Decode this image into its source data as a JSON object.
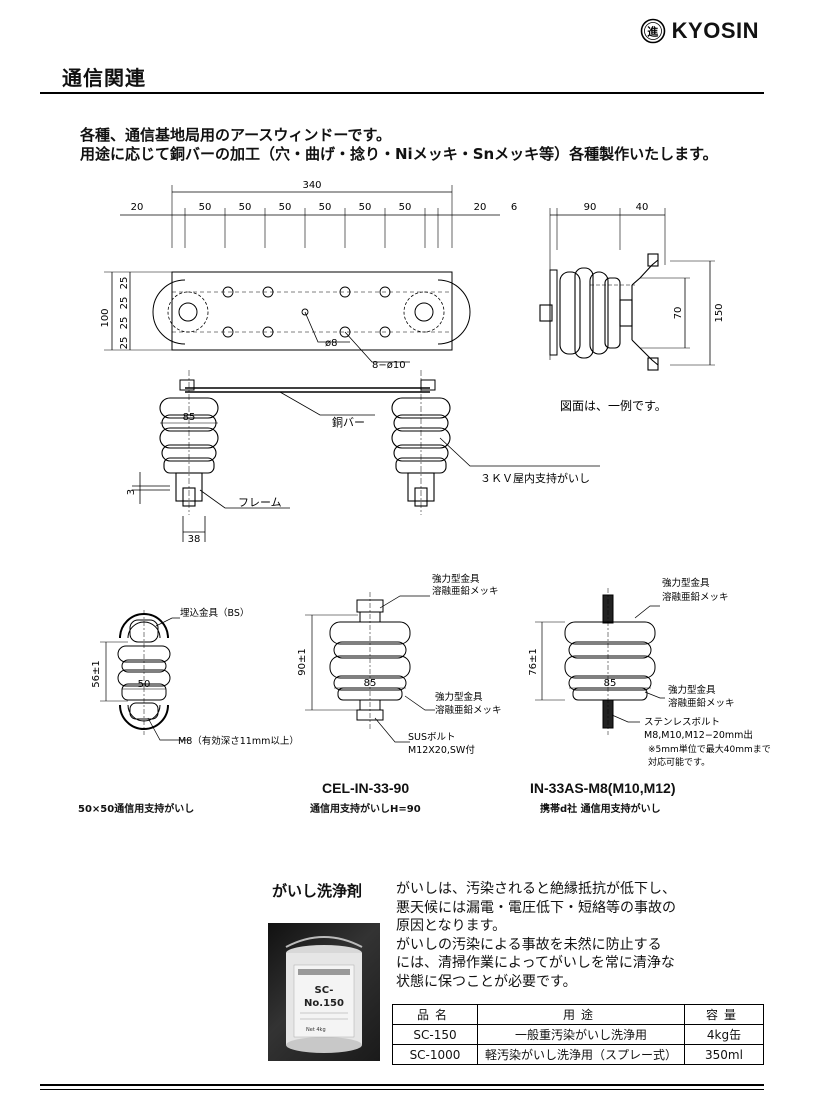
{
  "brand": {
    "name": "KYOSIN",
    "logo_glyph": "進"
  },
  "section_title": "通信関連",
  "intro": [
    "各種、通信基地局用のアースウィンドーです。",
    "用途に応じて銅バーの加工（穴・曲げ・捻り・Niメッキ・Snメッキ等）各種製作いたします。"
  ],
  "drawing_top": {
    "overall": "340",
    "segments": [
      "20",
      "50",
      "50",
      "50",
      "50",
      "50",
      "50",
      "20"
    ],
    "height_total": "100",
    "height_segs": [
      "25",
      "25",
      "25",
      "25"
    ],
    "hole_small": "ø8",
    "holes": "8−ø10",
    "side_dims": [
      "6",
      "90",
      "40"
    ],
    "side_h1": "70",
    "side_h2": "150",
    "width_85": "85",
    "dim_3": "3",
    "dim_38": "38",
    "label_bar": "銅バー",
    "label_frame": "フレーム",
    "label_insulator": "３ＫＶ屋内支持がいし",
    "note": "図面は、一例です。"
  },
  "products": [
    {
      "code": "",
      "name": "50×50通信用支持がいし",
      "labels": [
        "埋込金具（BS）",
        "M8（有効深さ11mm以上）"
      ],
      "dims": [
        "56±1",
        "50"
      ]
    },
    {
      "code": "CEL-IN-33-90",
      "name": "通信用支持がいしH=90",
      "labels": [
        "強力型金具",
        "溶融亜鉛メッキ",
        "強力型金具",
        "溶融亜鉛メッキ",
        "SUSボルト",
        "M12X20,SW付"
      ],
      "dims": [
        "90±1",
        "85"
      ]
    },
    {
      "code": "IN-33AS-M8(M10,M12)",
      "name": "携帯d社 通信用支持がいし",
      "labels": [
        "強力型金具",
        "溶融亜鉛メッキ",
        "強力型金具",
        "溶融亜鉛メッキ",
        "ステンレスボルト",
        "M8,M10,M12−20mm出",
        "※5mm単位で最大40mmまで",
        "対応可能です。"
      ],
      "dims": [
        "76±1",
        "85"
      ]
    }
  ],
  "cleaner": {
    "title": "がいし洗浄剤",
    "text": [
      "がいしは、汚染されると絶縁抵抗が低下し、",
      "悪天候には漏電・電圧低下・短絡等の事故の",
      "原因となります。",
      "がいしの汚染による事故を未然に防止する",
      "には、清掃作業によってがいしを常に清浄な",
      "状態に保つことが必要です。"
    ],
    "can_label": [
      "SC-",
      "No.150",
      "Net 4kg"
    ],
    "table": {
      "headers": [
        "品名",
        "用途",
        "容量"
      ],
      "rows": [
        [
          "SC-150",
          "一般重汚染がいし洗浄用",
          "4kg缶"
        ],
        [
          "SC-1000",
          "軽汚染がいし洗浄用（スプレー式）",
          "350ml"
        ]
      ]
    }
  }
}
